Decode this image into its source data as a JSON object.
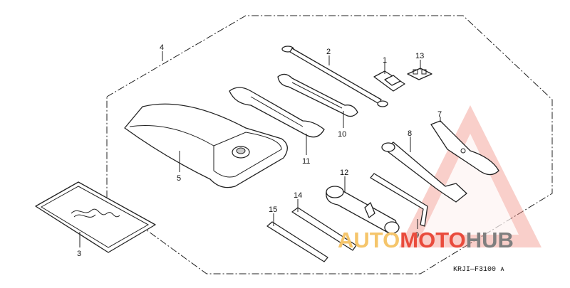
{
  "callouts": [
    {
      "id": "1",
      "label": "1"
    },
    {
      "id": "2",
      "label": "2"
    },
    {
      "id": "3",
      "label": "3"
    },
    {
      "id": "4",
      "label": "4"
    },
    {
      "id": "5",
      "label": "5"
    },
    {
      "id": "7",
      "label": "7"
    },
    {
      "id": "8",
      "label": "8"
    },
    {
      "id": "9",
      "label": "9"
    },
    {
      "id": "10",
      "label": "10"
    },
    {
      "id": "11",
      "label": "11"
    },
    {
      "id": "12",
      "label": "12"
    },
    {
      "id": "13",
      "label": "13"
    },
    {
      "id": "14",
      "label": "14"
    },
    {
      "id": "15",
      "label": "15"
    }
  ],
  "diagram_code": "KRJI—F3100 ᴀ",
  "watermark": {
    "part_a": "AUTO",
    "part_b": "MOTO",
    "part_c": "HUB",
    "colors": {
      "auto": "#f5c56b",
      "moto": "#e94b3c",
      "hub": "#7f7f7f",
      "triangle": "#f08a80"
    }
  }
}
